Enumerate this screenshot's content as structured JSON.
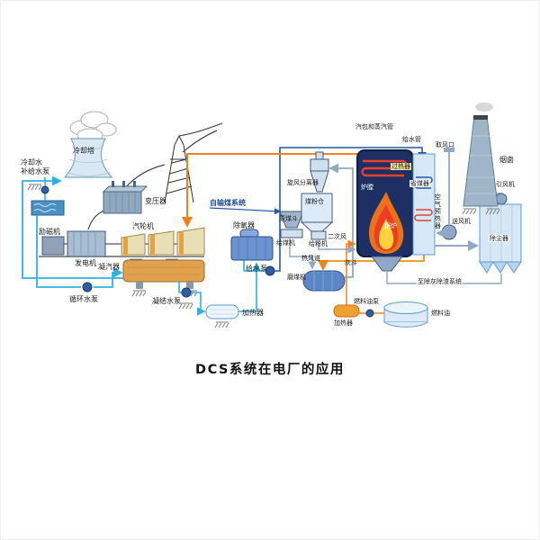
{
  "title": "DCS系统在电厂的应用",
  "colors": {
    "water_pipe": "#2bb3e6",
    "feed_pipe": "#2458a8",
    "steam_pipe": "#f0821e",
    "air_duct": "#8fa8c8",
    "furnace_body": "#1e2f63",
    "flame_outer": "#e8731a",
    "flame_mid": "#ed3b24",
    "flame_core": "#ffd23e",
    "equipment_light": "#d6e8f5"
  },
  "labels": {
    "cooling_tower": "冷却塔",
    "cooling_makeup_pump": "冷却水\n补给水泵",
    "transformer": "变压器",
    "exciter": "励磁机",
    "generator": "发电机",
    "turbine": "汽轮机",
    "condenser": "凝汽器",
    "circulating_pump": "循环水泵",
    "condensate_pump": "凝结水泵",
    "lp_heater": "加热器",
    "deaerator": "除氧器",
    "feed_pump": "给水泵",
    "coal_conveyor": "自输煤系统",
    "cyclone_separator": "旋风分离器",
    "coal_bunker": "煤粉仓",
    "raw_coal_hopper": "原煤斗",
    "coal_feeder": "给煤机",
    "powder_feeder": "给粉机",
    "secondary_air": "二次风",
    "hot_air_duct": "热风道",
    "coal_mill": "磨煤机",
    "furnace": "炉膛",
    "boiler": "锅炉",
    "superheater": "过热器",
    "drum_steam_pipes": "汽包和蒸汽管",
    "feed_water_pipe": "给水管",
    "economizer": "省煤器",
    "air_preheater": "空气预热器",
    "air_intake": "取风口",
    "fd_fan": "送风机",
    "chimney": "烟囱",
    "id_fan": "引风机",
    "dust_collector": "除尘器",
    "ash_hopper": "灰斗",
    "ash_removal_system": "至除灰除渣系统",
    "fuel_oil_pump": "燃料油泵",
    "oil_heater": "加热器",
    "fuel_oil": "燃料油"
  }
}
